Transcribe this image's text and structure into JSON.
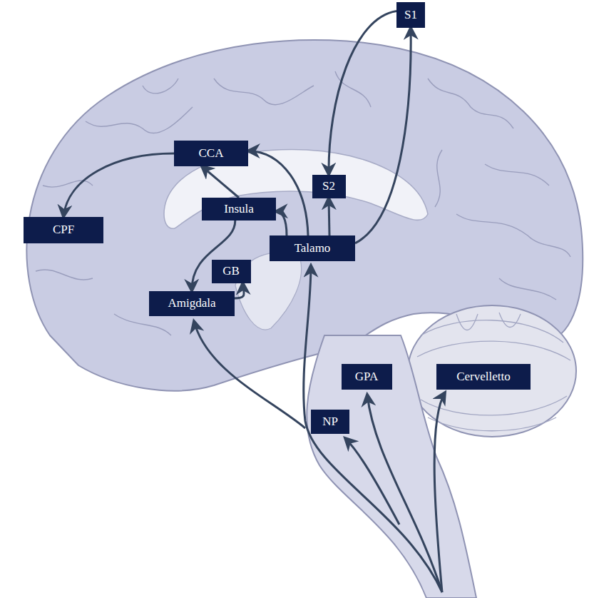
{
  "diagram": {
    "nodes": [
      {
        "text": [
          "S1"
        ]
      },
      {
        "text": [
          "CCA"
        ]
      },
      {
        "text": [
          "S2"
        ]
      },
      {
        "text": [
          "Insula"
        ]
      },
      {
        "text": [
          "CPF"
        ]
      },
      {
        "text": [
          "Talamo"
        ]
      },
      {
        "text": [
          "GB"
        ]
      },
      {
        "text": [
          "Amigdala"
        ]
      },
      {
        "text": [
          "GPA"
        ]
      },
      {
        "text": [
          "Cervelletto"
        ]
      },
      {
        "text": [
          "NP"
        ]
      }
    ],
    "edges": [
      {
        "from": 0,
        "to": 2,
        "arrow": "to"
      },
      {
        "from": 5,
        "to": 0,
        "arrow": "to"
      },
      {
        "from": 1,
        "to": 4,
        "arrow": "to"
      },
      {
        "from": 3,
        "to": 1,
        "arrow": "to"
      },
      {
        "from": 5,
        "to": 1,
        "arrow": "to"
      },
      {
        "from": 5,
        "to": 3,
        "arrow": "to"
      },
      {
        "from": 5,
        "to": 2,
        "arrow": "to"
      },
      {
        "from": 3,
        "to": 7,
        "arrow": "to"
      },
      {
        "from": 7,
        "to": 6,
        "arrow": "to"
      }
    ]
  }
}
